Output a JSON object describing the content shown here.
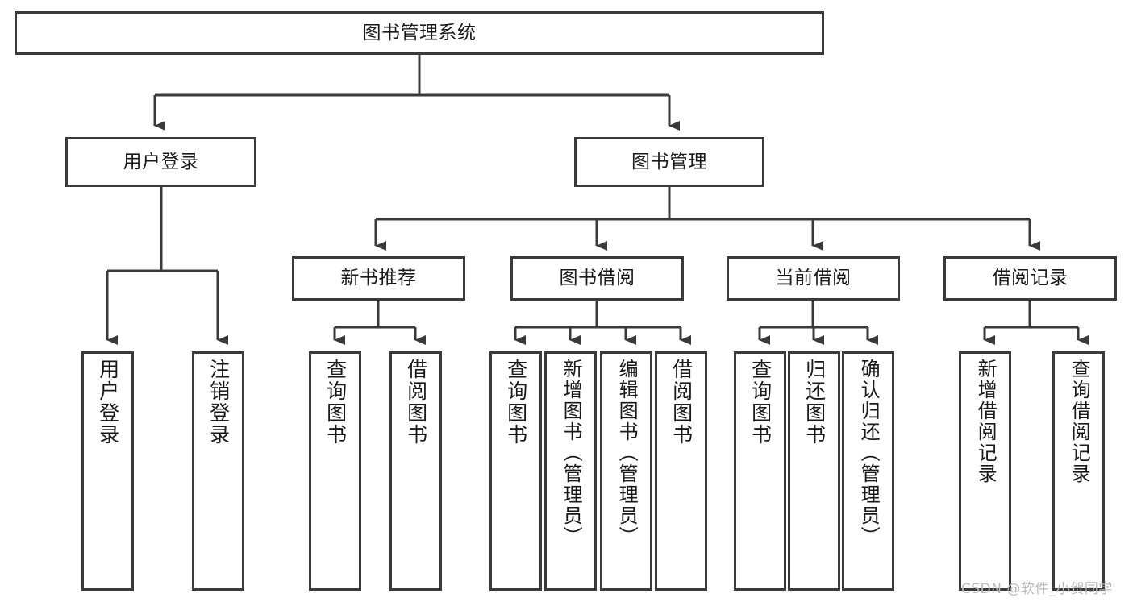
{
  "diagram": {
    "type": "tree",
    "title": "图书管理系统",
    "stroke_color": "#3a3a3a",
    "background_color": "#ffffff",
    "root": {
      "id": "root",
      "label": "图书管理系统",
      "orientation": "horizontal"
    },
    "level1": [
      {
        "id": "user-login",
        "label": "用户登录",
        "orientation": "horizontal"
      },
      {
        "id": "book-management",
        "label": "图书管理",
        "orientation": "horizontal"
      }
    ],
    "level2": [
      {
        "id": "new-book-recommend",
        "label": "新书推荐",
        "parent": "book-management",
        "orientation": "horizontal"
      },
      {
        "id": "book-borrow",
        "label": "图书借阅",
        "parent": "book-management",
        "orientation": "horizontal"
      },
      {
        "id": "current-borrow",
        "label": "当前借阅",
        "parent": "book-management",
        "orientation": "horizontal"
      },
      {
        "id": "borrow-record",
        "label": "借阅记录",
        "parent": "book-management",
        "orientation": "horizontal"
      }
    ],
    "leaves": [
      {
        "id": "leaf-user-login",
        "label": "用户登录",
        "parent": "user-login",
        "orientation": "vertical"
      },
      {
        "id": "leaf-user-logout",
        "label": "注销登录",
        "parent": "user-login",
        "orientation": "vertical"
      },
      {
        "id": "leaf-query-book-1",
        "label": "查询图书",
        "parent": "new-book-recommend",
        "orientation": "vertical"
      },
      {
        "id": "leaf-borrow-book-1",
        "label": "借阅图书",
        "parent": "new-book-recommend",
        "orientation": "vertical"
      },
      {
        "id": "leaf-query-book-2",
        "label": "查询图书",
        "parent": "book-borrow",
        "orientation": "vertical"
      },
      {
        "id": "leaf-add-book",
        "label": "新增图书（管理员）",
        "parent": "book-borrow",
        "orientation": "vertical"
      },
      {
        "id": "leaf-edit-book",
        "label": "编辑图书（管理员）",
        "parent": "book-borrow",
        "orientation": "vertical"
      },
      {
        "id": "leaf-borrow-book-2",
        "label": "借阅图书",
        "parent": "book-borrow",
        "orientation": "vertical"
      },
      {
        "id": "leaf-query-book-3",
        "label": "查询图书",
        "parent": "current-borrow",
        "orientation": "vertical"
      },
      {
        "id": "leaf-return-book",
        "label": "归还图书",
        "parent": "current-borrow",
        "orientation": "vertical"
      },
      {
        "id": "leaf-confirm-return",
        "label": "确认归还（管理员）",
        "parent": "current-borrow",
        "orientation": "vertical"
      },
      {
        "id": "leaf-add-record",
        "label": "新增借阅记录",
        "parent": "borrow-record",
        "orientation": "vertical"
      },
      {
        "id": "leaf-query-record",
        "label": "查询借阅记录",
        "parent": "borrow-record",
        "orientation": "vertical"
      }
    ]
  },
  "watermark": {
    "text": "CSDN @软件_小贺同学"
  }
}
